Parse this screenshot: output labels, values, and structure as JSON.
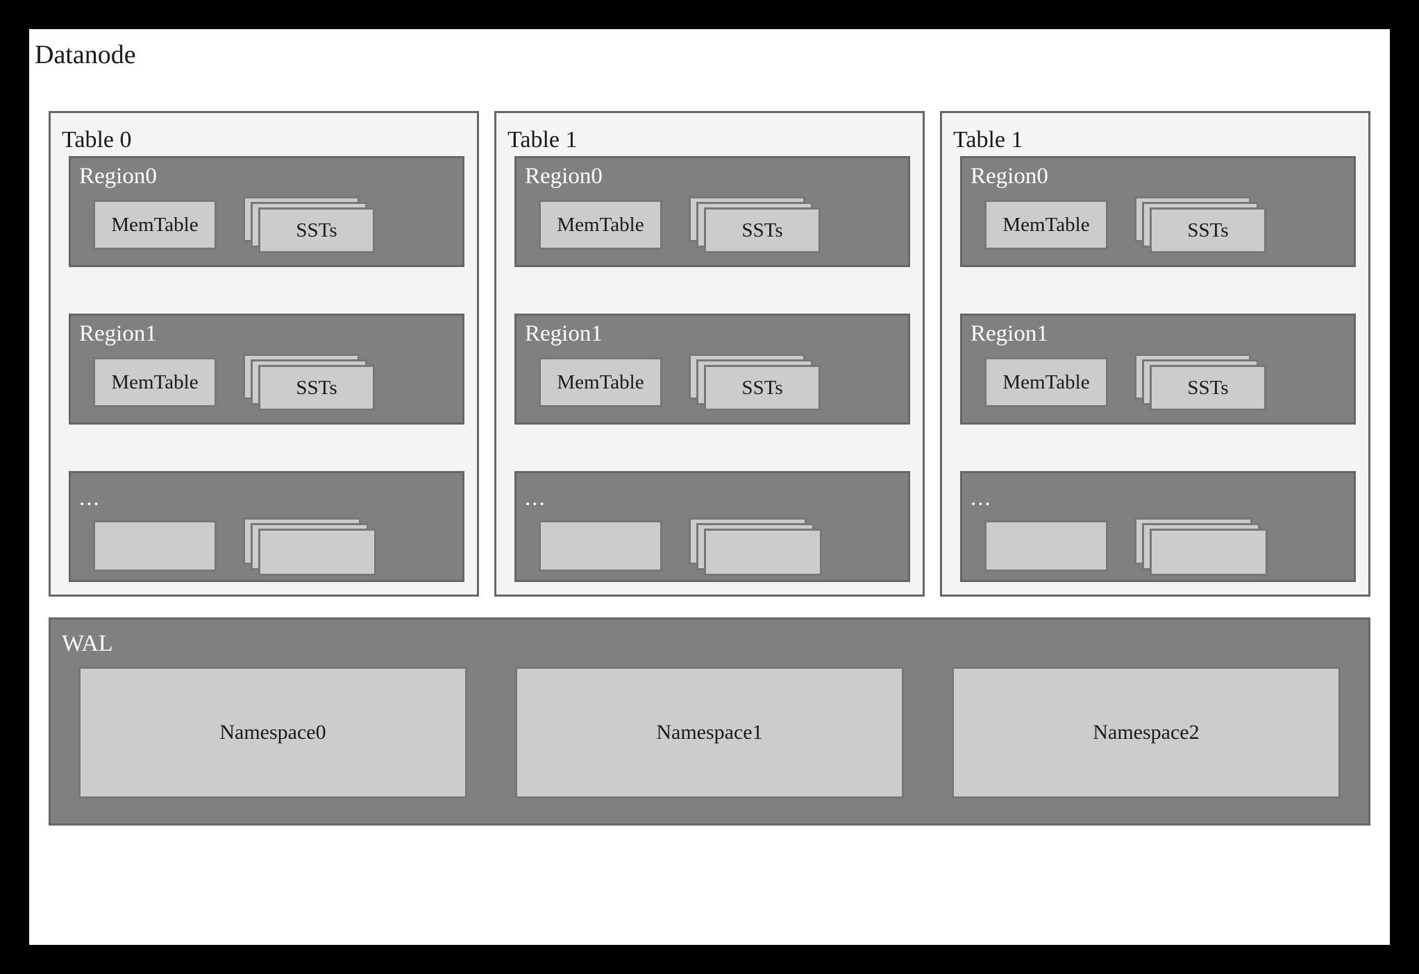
{
  "diagram": {
    "outer_frame_color": "#000000",
    "canvas_color": "#ffffff",
    "title": "Datanode"
  },
  "palette": {
    "region_gray": "#808080",
    "panel_light": "#f4f4f4",
    "box_fill": "#cccccc",
    "border_dark": "#666666",
    "border_mid": "#777777",
    "text_dark": "#1a1a1a",
    "text_light": "#ffffff"
  },
  "tables": [
    {
      "label": "Table 0",
      "regions": [
        {
          "label": "Region0",
          "memtable": "MemTable",
          "ssts": "SSTs",
          "blank": false
        },
        {
          "label": "Region1",
          "memtable": "MemTable",
          "ssts": "SSTs",
          "blank": false
        },
        {
          "label": "...",
          "memtable": "",
          "ssts": "",
          "blank": true
        }
      ]
    },
    {
      "label": "Table 1",
      "regions": [
        {
          "label": "Region0",
          "memtable": "MemTable",
          "ssts": "SSTs",
          "blank": false
        },
        {
          "label": "Region1",
          "memtable": "MemTable",
          "ssts": "SSTs",
          "blank": false
        },
        {
          "label": "...",
          "memtable": "",
          "ssts": "",
          "blank": true
        }
      ]
    },
    {
      "label": "Table 1",
      "regions": [
        {
          "label": "Region0",
          "memtable": "MemTable",
          "ssts": "SSTs",
          "blank": false
        },
        {
          "label": "Region1",
          "memtable": "MemTable",
          "ssts": "SSTs",
          "blank": false
        },
        {
          "label": "...",
          "memtable": "",
          "ssts": "",
          "blank": true
        }
      ]
    }
  ],
  "wal": {
    "label": "WAL",
    "namespaces": [
      {
        "label": "Namespace0"
      },
      {
        "label": "Namespace1"
      },
      {
        "label": "Namespace2"
      }
    ]
  }
}
